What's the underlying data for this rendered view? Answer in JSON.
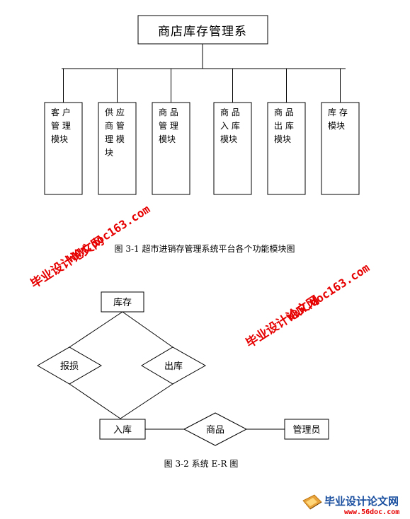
{
  "diagram1": {
    "root": "商店库存管理系",
    "modules": [
      [
        "客 户",
        "管 理",
        "模块"
      ],
      [
        "供 应",
        "商 管",
        "理 模",
        "块"
      ],
      [
        "商 品",
        "管 理",
        "模块"
      ],
      [
        "商 品",
        "入 库",
        "模块"
      ],
      [
        "商 品",
        "出 库",
        "模块"
      ],
      [
        "库 存",
        "模块"
      ]
    ],
    "caption": "图 3-1  超市进销存管理系统平台各个功能模块图"
  },
  "diagram2": {
    "entity_inventory": "库存",
    "rel_loss": "报损",
    "rel_out": "出库",
    "entity_in": "入库",
    "rel_goods": "商品",
    "entity_admin": "管理员",
    "caption": "图 3-2  系统 E-R 图"
  },
  "watermark": {
    "site_name": "毕业设计论文网",
    "url": "WWW.doc163.com"
  },
  "logo": {
    "name": "毕业设计论文网",
    "url": "www.56doc.com"
  },
  "colors": {
    "watermark": "#e60000",
    "logo_blue": "#1a4fa0"
  }
}
